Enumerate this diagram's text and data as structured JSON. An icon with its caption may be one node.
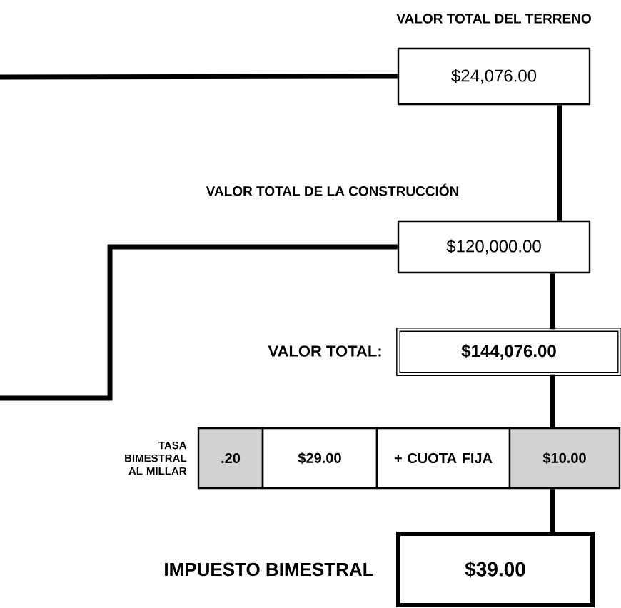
{
  "diagram": {
    "nodes": [
      {
        "text": [
          "VALOR TOTAL DEL TERRENO",
          "$24,076.00"
        ]
      },
      {
        "text": [
          "VALOR TOTAL DE LA CONSTRUCCIÓN",
          "$120,000.00"
        ]
      },
      {
        "text": [
          "VALOR TOTAL:",
          "$144,076.00"
        ]
      },
      {
        "text": [
          ".20"
        ],
        "beside": [
          "TASA BIMESTRAL AL MILLAR"
        ]
      },
      {
        "text": [
          "$29.00"
        ]
      },
      {
        "text": [
          "+ CUOTA FIJA"
        ]
      },
      {
        "text": [
          "$10.00"
        ]
      },
      {
        "text": [
          "IMPUESTO BIMESTRAL",
          "$39.00"
        ]
      }
    ],
    "edges": [
      {
        "from": null,
        "to": 0,
        "arrow": "none"
      },
      {
        "from": null,
        "to": 1,
        "arrow": "none"
      },
      {
        "from": 0,
        "to": 1,
        "arrow": "none"
      },
      {
        "from": 1,
        "to": 2,
        "arrow": "none"
      },
      {
        "from": 2,
        "to": 6,
        "arrow": "none"
      },
      {
        "from": 6,
        "to": 7,
        "arrow": "none"
      }
    ]
  }
}
